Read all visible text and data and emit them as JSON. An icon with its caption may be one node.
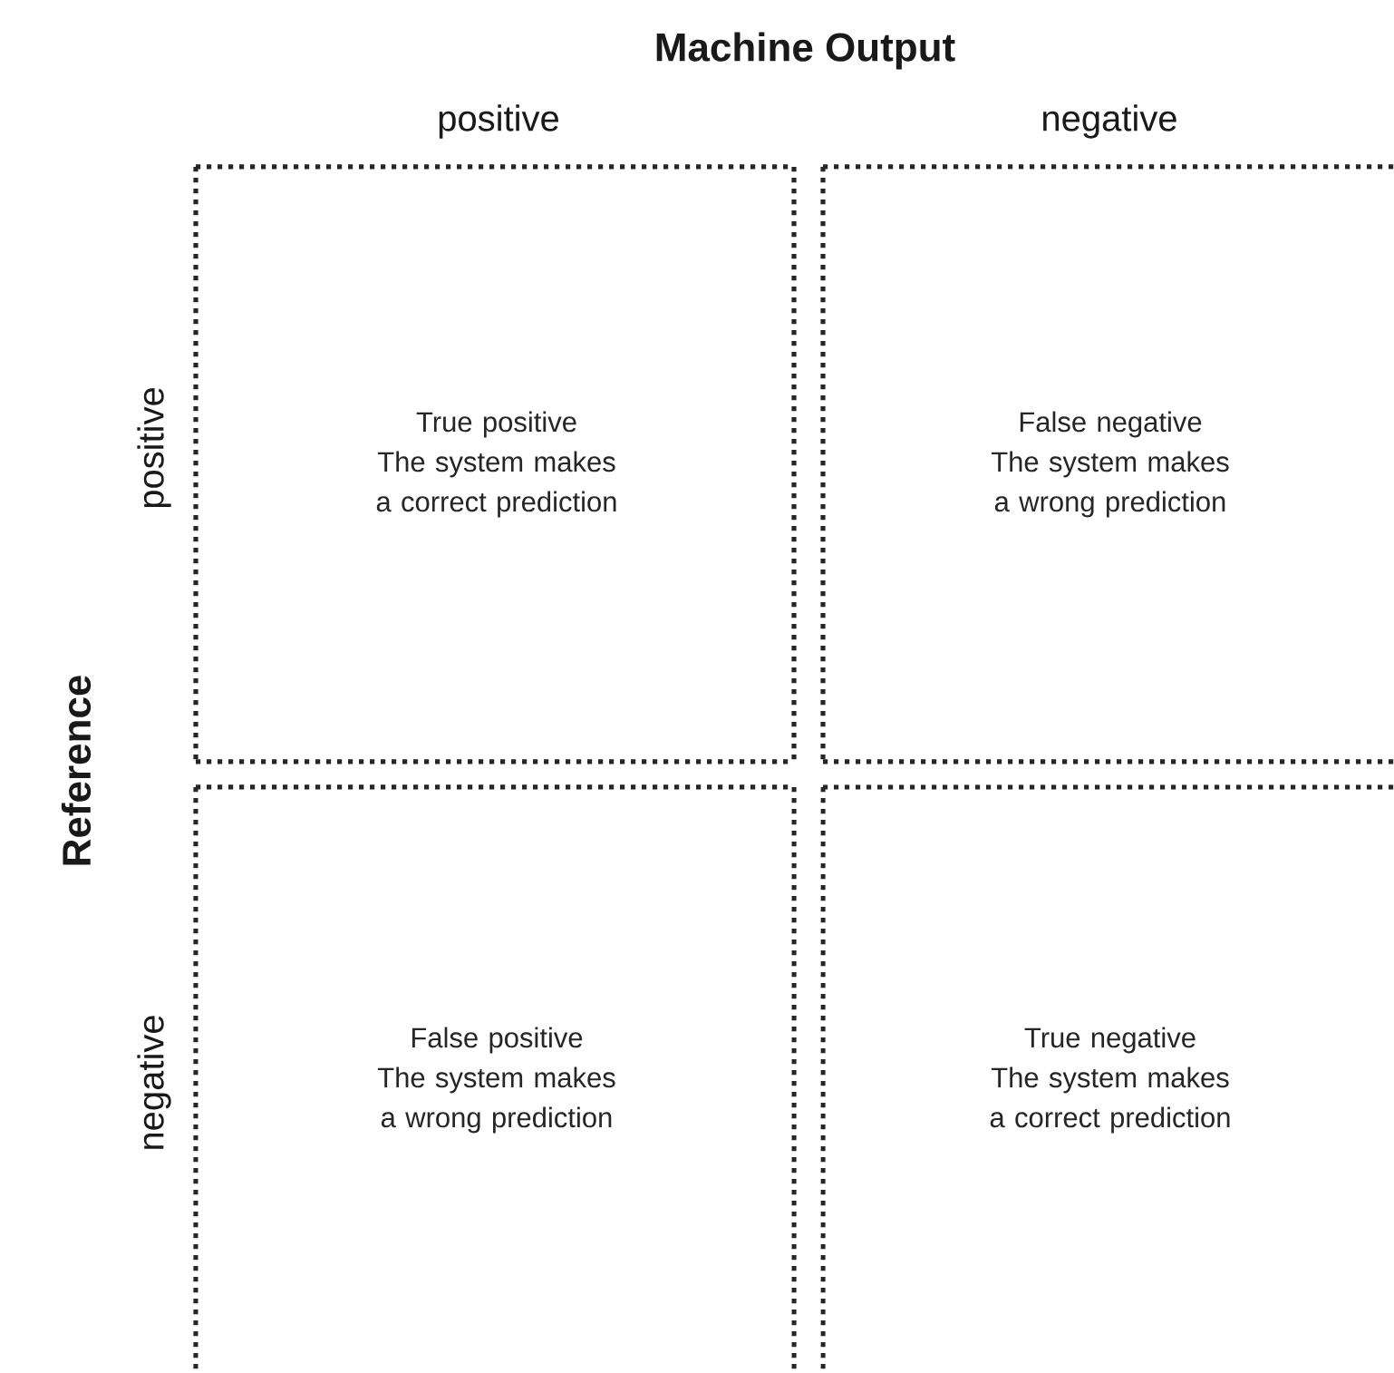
{
  "diagram": {
    "nodes": [
      {
        "text": [
          "True positive",
          "The system makes a correct prediction"
        ]
      },
      {
        "text": [
          "False negative",
          "The system makes a wrong prediction"
        ]
      },
      {
        "text": [
          "False positive",
          "The system makes a wrong prediction"
        ]
      },
      {
        "text": [
          "True negative",
          "The system makes a correct prediction"
        ]
      }
    ],
    "labels": [
      "Machine Output",
      "positive",
      "negative",
      "positive",
      "Reference",
      "negative"
    ]
  }
}
